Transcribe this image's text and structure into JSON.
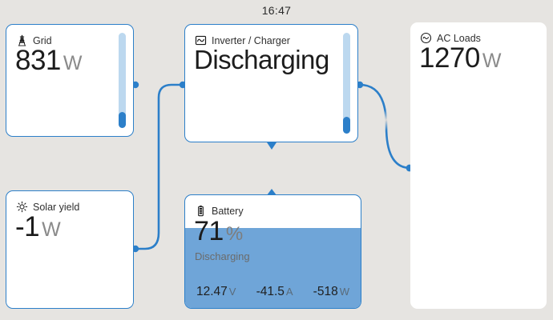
{
  "header": {
    "clock": "16:47"
  },
  "colors": {
    "accent": "#2c7fc9",
    "background": "#e6e4e1",
    "card": "#ffffff",
    "battery_fill": "#6fa5d8",
    "gauge_track": "#bcd8ef",
    "unit_text": "#8a8a8a"
  },
  "cards": {
    "grid": {
      "icon": "transmission-tower-icon",
      "label": "Grid",
      "value": "831",
      "unit": "W",
      "gauge_fill_percent": 17
    },
    "inverter": {
      "icon": "inverter-icon",
      "label": "Inverter / Charger",
      "value": "Discharging",
      "unit": "",
      "gauge_fill_percent": 17
    },
    "ac_loads": {
      "icon": "ac-sine-circle-icon",
      "label": "AC Loads",
      "value": "1270",
      "unit": "W"
    },
    "solar": {
      "icon": "sun-icon",
      "label": "Solar yield",
      "value": "-1",
      "unit": "W"
    },
    "battery": {
      "icon": "battery-icon",
      "label": "Battery",
      "value": "71",
      "unit": "%",
      "state": "Discharging",
      "soc_percent": 71,
      "metrics": [
        {
          "value": "12.47",
          "unit": "V"
        },
        {
          "value": "-41.5",
          "unit": "A"
        },
        {
          "value": "-518",
          "unit": "W"
        }
      ]
    }
  }
}
